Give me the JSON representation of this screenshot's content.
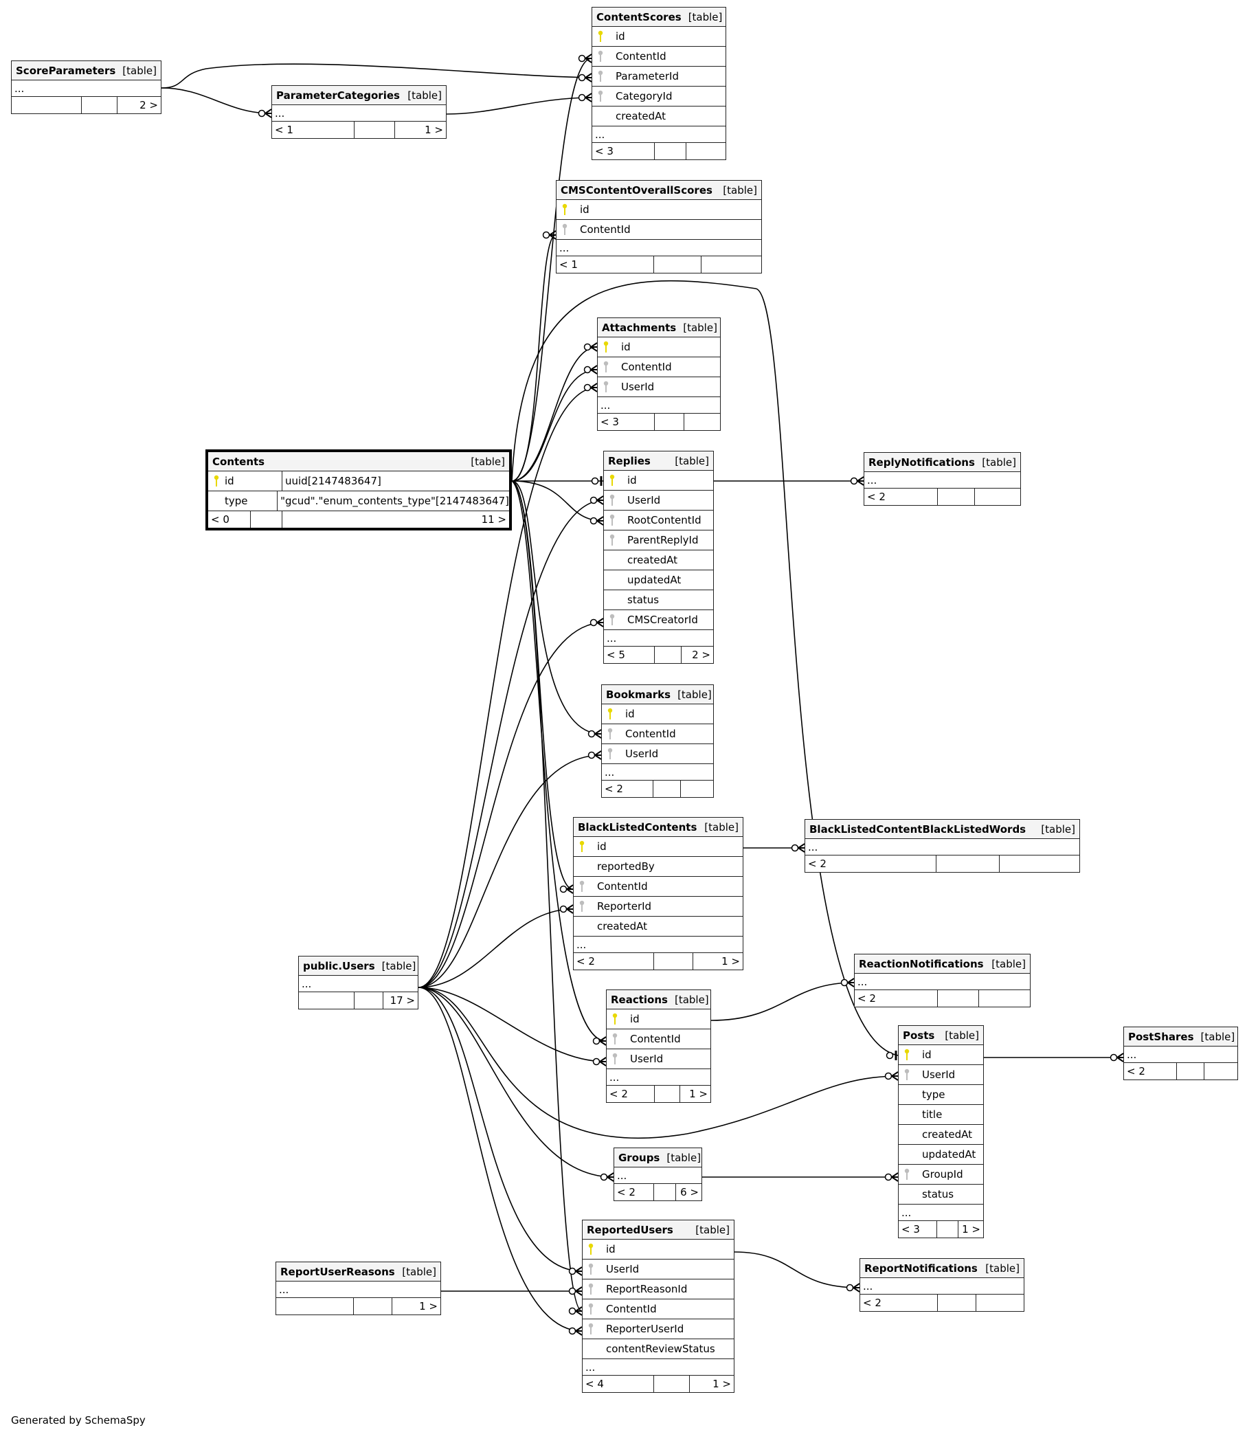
{
  "diagram": {
    "footer": "Generated by SchemaSpy",
    "colors": {
      "primary_key": "#e8d800",
      "foreign_key": "#bdbdbd",
      "header_bg": "#f4f4f4",
      "line": "#000000"
    },
    "tables": {
      "ScoreParameters": {
        "name": "ScoreParameters",
        "kind": "[table]",
        "ellipsis": "...",
        "foot": [
          "",
          "",
          "2 >"
        ]
      },
      "ParameterCategories": {
        "name": "ParameterCategories",
        "kind": "[table]",
        "ellipsis": "...",
        "foot": [
          "< 1",
          "",
          "1 >"
        ]
      },
      "ContentScores": {
        "name": "ContentScores",
        "kind": "[table]",
        "columns": [
          "id",
          "ContentId",
          "ParameterId",
          "CategoryId",
          "createdAt"
        ],
        "ellipsis": "...",
        "foot": [
          "< 3",
          "",
          ""
        ]
      },
      "CMSContentOverallScores": {
        "name": "CMSContentOverallScores",
        "kind": "[table]",
        "columns": [
          "id",
          "ContentId"
        ],
        "ellipsis": "...",
        "foot": [
          "< 1",
          "",
          ""
        ]
      },
      "Attachments": {
        "name": "Attachments",
        "kind": "[table]",
        "columns": [
          "id",
          "ContentId",
          "UserId"
        ],
        "ellipsis": "...",
        "foot": [
          "< 3",
          "",
          ""
        ]
      },
      "Contents": {
        "name": "Contents",
        "kind": "[table]",
        "columns": [
          {
            "name": "id",
            "type": "uuid[2147483647]"
          },
          {
            "name": "type",
            "type": "\"gcud\".\"enum_contents_type\"[2147483647]"
          }
        ],
        "foot": [
          "< 0",
          "",
          "11 >"
        ]
      },
      "Replies": {
        "name": "Replies",
        "kind": "[table]",
        "columns": [
          "id",
          "UserId",
          "RootContentId",
          "ParentReplyId",
          "createdAt",
          "updatedAt",
          "status",
          "CMSCreatorId"
        ],
        "ellipsis": "...",
        "foot": [
          "< 5",
          "",
          "2 >"
        ]
      },
      "ReplyNotifications": {
        "name": "ReplyNotifications",
        "kind": "[table]",
        "ellipsis": "...",
        "foot": [
          "< 2",
          "",
          ""
        ]
      },
      "Bookmarks": {
        "name": "Bookmarks",
        "kind": "[table]",
        "columns": [
          "id",
          "ContentId",
          "UserId"
        ],
        "ellipsis": "...",
        "foot": [
          "< 2",
          "",
          ""
        ]
      },
      "BlackListedContents": {
        "name": "BlackListedContents",
        "kind": "[table]",
        "columns": [
          "id",
          "reportedBy",
          "ContentId",
          "ReporterId",
          "createdAt"
        ],
        "ellipsis": "...",
        "foot": [
          "< 2",
          "",
          "1 >"
        ]
      },
      "BlackListedContentBlackListedWords": {
        "name": "BlackListedContentBlackListedWords",
        "kind": "[table]",
        "ellipsis": "...",
        "foot": [
          "< 2",
          "",
          ""
        ]
      },
      "PublicUsers": {
        "name": "public.Users",
        "kind": "[table]",
        "ellipsis": "...",
        "foot": [
          "",
          "",
          "17 >"
        ]
      },
      "ReactionNotifications": {
        "name": "ReactionNotifications",
        "kind": "[table]",
        "ellipsis": "...",
        "foot": [
          "< 2",
          "",
          ""
        ]
      },
      "Reactions": {
        "name": "Reactions",
        "kind": "[table]",
        "columns": [
          "id",
          "ContentId",
          "UserId"
        ],
        "ellipsis": "...",
        "foot": [
          "< 2",
          "",
          "1 >"
        ]
      },
      "Posts": {
        "name": "Posts",
        "kind": "[table]",
        "columns": [
          "id",
          "UserId",
          "type",
          "title",
          "createdAt",
          "updatedAt",
          "GroupId",
          "status"
        ],
        "ellipsis": "...",
        "foot": [
          "< 3",
          "",
          "1 >"
        ]
      },
      "PostShares": {
        "name": "PostShares",
        "kind": "[table]",
        "ellipsis": "...",
        "foot": [
          "< 2",
          "",
          ""
        ]
      },
      "Groups": {
        "name": "Groups",
        "kind": "[table]",
        "ellipsis": "...",
        "foot": [
          "< 2",
          "",
          "6 >"
        ]
      },
      "ReportedUsers": {
        "name": "ReportedUsers",
        "kind": "[table]",
        "columns": [
          "id",
          "UserId",
          "ReportReasonId",
          "ContentId",
          "ReporterUserId",
          "contentReviewStatus"
        ],
        "ellipsis": "...",
        "foot": [
          "< 4",
          "",
          "1 >"
        ]
      },
      "ReportUserReasons": {
        "name": "ReportUserReasons",
        "kind": "[table]",
        "ellipsis": "...",
        "foot": [
          "",
          "",
          "1 >"
        ]
      },
      "ReportNotifications": {
        "name": "ReportNotifications",
        "kind": "[table]",
        "ellipsis": "...",
        "foot": [
          "< 2",
          "",
          ""
        ]
      }
    }
  }
}
